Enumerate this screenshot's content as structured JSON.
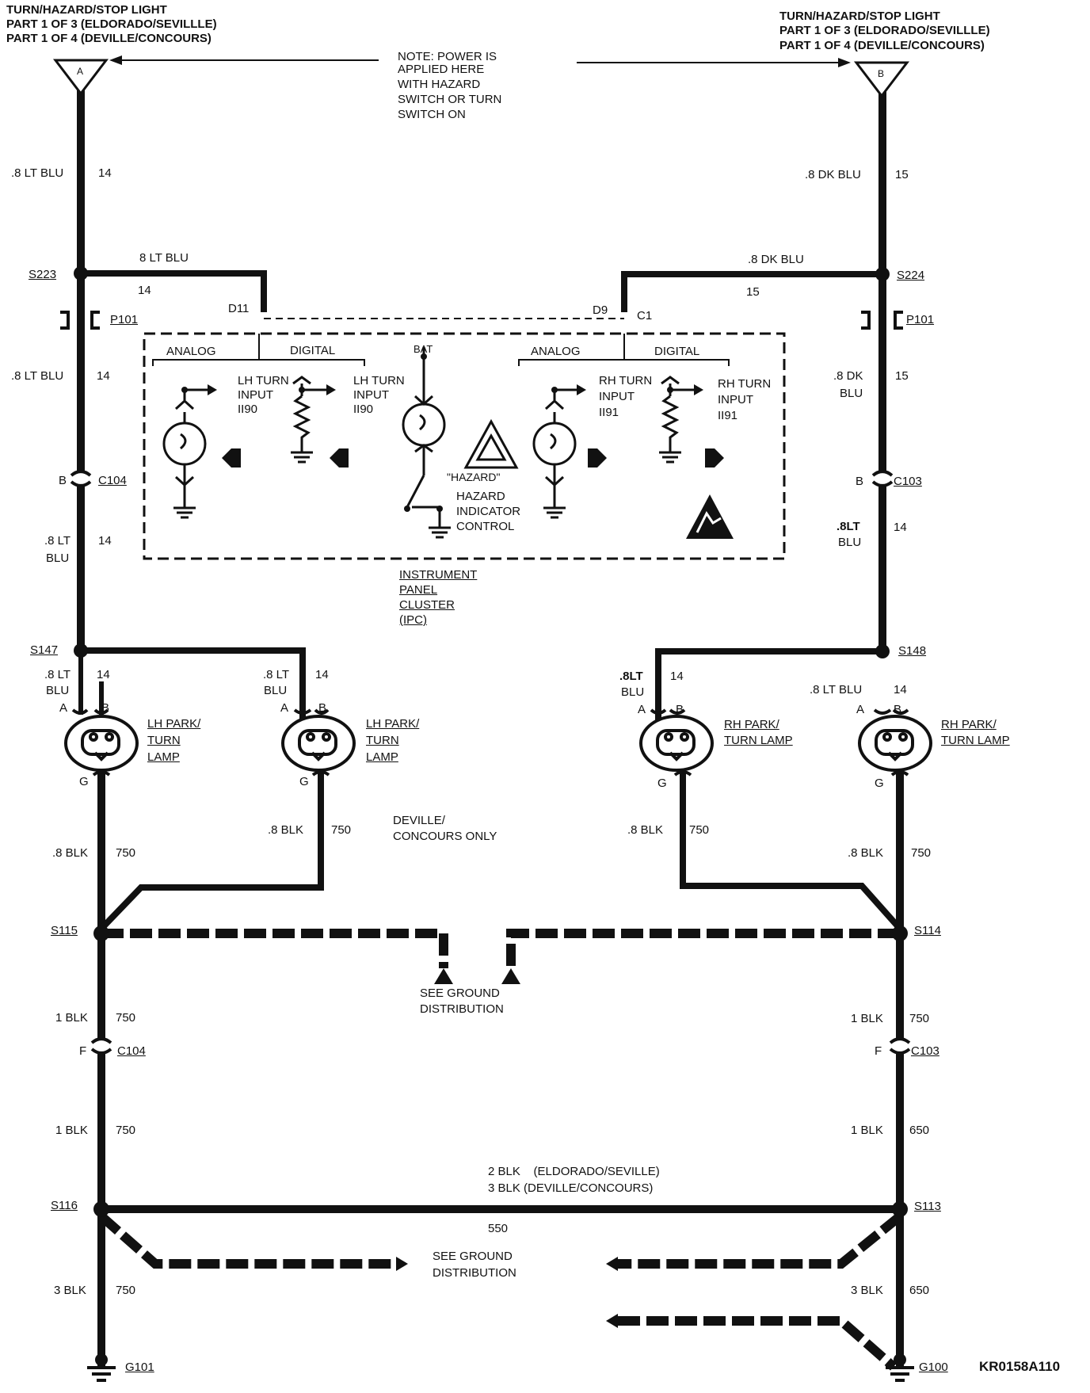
{
  "headers": {
    "left": [
      "TURN/HAZARD/STOP LIGHT",
      "PART 1 OF 3 (ELDORADO/SEVILLLE)",
      "PART 1 OF 4 (DEVILLE/CONCOURS)"
    ],
    "right": [
      "TURN/HAZARD/STOP LIGHT",
      "PART 1 OF 3 (ELDORADO/SEVILLLE)",
      "PART 1 OF 4 (DEVILLE/CONCOURS)"
    ]
  },
  "note": [
    "NOTE: POWER IS",
    "APPLIED HERE",
    "WITH HAZARD",
    "SWITCH OR TURN",
    "SWITCH ON"
  ],
  "terminals": {
    "left": "A",
    "right": "B"
  },
  "wires": {
    "l1_gauge": ".8 LT BLU",
    "l1_circuit": "14",
    "r1_gauge": ".8 DK BLU",
    "r1_circuit": "15",
    "s223_branch_gauge": "8 LT BLU",
    "s223_branch_circuit": "14",
    "s224_branch_gauge": ".8 DK BLU",
    "s224_branch_circuit": "15",
    "l2_gauge": ".8 LT BLU",
    "l2_circuit": "14",
    "r2_gauge_a": ".8 DK",
    "r2_gauge_b": "BLU",
    "r2_circuit": "15",
    "l3_gauge_a": ".8 LT",
    "l3_gauge_b": "BLU",
    "l3_circuit": "14",
    "r3_gauge_a": ".8LT",
    "r3_gauge_b": "BLU",
    "r3_circuit": "14",
    "lamp1_gauge_a": ".8 LT",
    "lamp1_gauge_b": "BLU",
    "lamp1_circuit": "14",
    "lamp2_gauge_a": ".8 LT",
    "lamp2_gauge_b": "BLU",
    "lamp2_circuit": "14",
    "lamp3_gauge_a": ".8LT",
    "lamp3_gauge_b": "BLU",
    "lamp3_circuit": "14",
    "lamp4_gauge": ".8 LT BLU",
    "lamp4_circuit": "14",
    "g_lamp1_gauge": ".8 BLK",
    "g_lamp1_circuit": "750",
    "g_lamp2_gauge": ".8 BLK",
    "g_lamp2_circuit": "750",
    "g_lamp3_gauge": ".8 BLK",
    "g_lamp3_circuit": "750",
    "g_lamp4_gauge": ".8 BLK",
    "g_lamp4_circuit": "750",
    "s115_down_gauge": "1 BLK",
    "s115_down_circuit": "750",
    "s114_down_gauge": "1 BLK",
    "s114_down_circuit": "750",
    "c104b_down_gauge": "1 BLK",
    "c104b_down_circuit": "750",
    "c103b_down_gauge": "1 BLK",
    "c103b_down_circuit": "650",
    "bottom_bus_gauge_1": "2 BLK    (ELDORADO/SEVILLE)",
    "bottom_bus_gauge_2": "3 BLK (DEVILLE/CONCOURS)",
    "bottom_bus_circuit": "550",
    "g101_gauge": "3 BLK",
    "g101_circuit": "750",
    "g100_gauge": "3 BLK",
    "g100_circuit": "650"
  },
  "splices": {
    "s223": "S223",
    "s224": "S224",
    "s147": "S147",
    "s148": "S148",
    "s115": "S115",
    "s114": "S114",
    "s116": "S116",
    "s113": "S113"
  },
  "connectors": {
    "p101_left": "P101",
    "p101_right": "P101",
    "c104_top": "C104",
    "c104_top_pin": "B",
    "c103_top": "C103",
    "c103_top_pin": "B",
    "c104_bot": "C104",
    "c104_bot_pin": "F",
    "c103_bot": "C103",
    "c103_bot_pin": "F",
    "d11": "D11",
    "d9": "D9",
    "c1": "C1"
  },
  "ipc": {
    "analog_left": "ANALOG",
    "digital_left": "DIGITAL",
    "analog_right": "ANALOG",
    "digital_right": "DIGITAL",
    "bat": "BAT",
    "lh_analog": [
      "LH TURN",
      "INPUT",
      "II90"
    ],
    "lh_digital": [
      "LH TURN",
      "INPUT",
      "II90"
    ],
    "rh_analog": [
      "RH TURN",
      "INPUT",
      "II91"
    ],
    "rh_digital": [
      "RH TURN",
      "INPUT",
      "II91"
    ],
    "hazard_quote": "\"HAZARD\"",
    "hazard_label": [
      "HAZARD",
      "INDICATOR",
      "CONTROL"
    ],
    "name": [
      "INSTRUMENT",
      "PANEL",
      "CLUSTER",
      "(IPC)"
    ]
  },
  "lamps": {
    "lamp1": [
      "LH PARK/",
      "TURN",
      "LAMP"
    ],
    "lamp2": [
      "LH PARK/",
      "TURN",
      "LAMP"
    ],
    "lamp3": [
      "RH PARK/",
      "TURN LAMP"
    ],
    "lamp4": [
      "RH PARK/",
      "TURN LAMP"
    ],
    "pin_a": "A",
    "pin_b": "B",
    "pin_g": "G"
  },
  "deville_note": [
    "DEVILLE/",
    "CONCOURS ONLY"
  ],
  "ground_dist_top": [
    "SEE GROUND",
    "DISTRIBUTION"
  ],
  "ground_dist_bottom": [
    "SEE GROUND",
    "DISTRIBUTION"
  ],
  "grounds": {
    "g101": "G101",
    "g100": "G100"
  },
  "figure_code": "KR0158A110",
  "colors": {
    "ink": "#111111",
    "paper": "#ffffff"
  }
}
